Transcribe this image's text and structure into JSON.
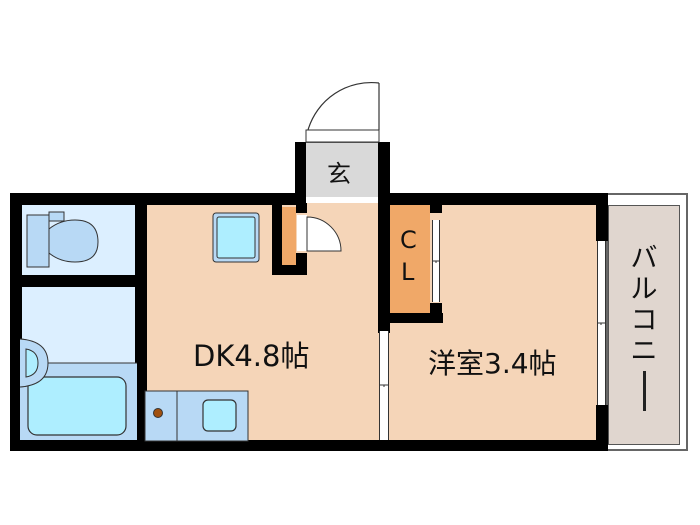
{
  "floorplan": {
    "rooms": {
      "entrance": {
        "label": "玄",
        "color": "#d9d9d9"
      },
      "dk": {
        "label": "DK4.8帖",
        "color": "#f5d5b8"
      },
      "western_room": {
        "label": "洋室3.4帖",
        "color": "#f5d5b8"
      },
      "closet": {
        "label_line1": "C",
        "label_line2": "L",
        "color": "#f0a868"
      },
      "balcony": {
        "label_chars": [
          "バ",
          "ル",
          "コ",
          "ニ",
          "ー"
        ],
        "color": "#e0d6cf"
      },
      "toilet": {
        "color": "#dcefff"
      },
      "bathroom": {
        "color": "#dcefff"
      }
    },
    "colors": {
      "wall": "#000000",
      "fixture_fill": "#b8d9f5",
      "fixture_water": "#aeeeff",
      "outline": "#333333",
      "gas_dot": "#a0500f",
      "storage": "#f0a868"
    }
  }
}
